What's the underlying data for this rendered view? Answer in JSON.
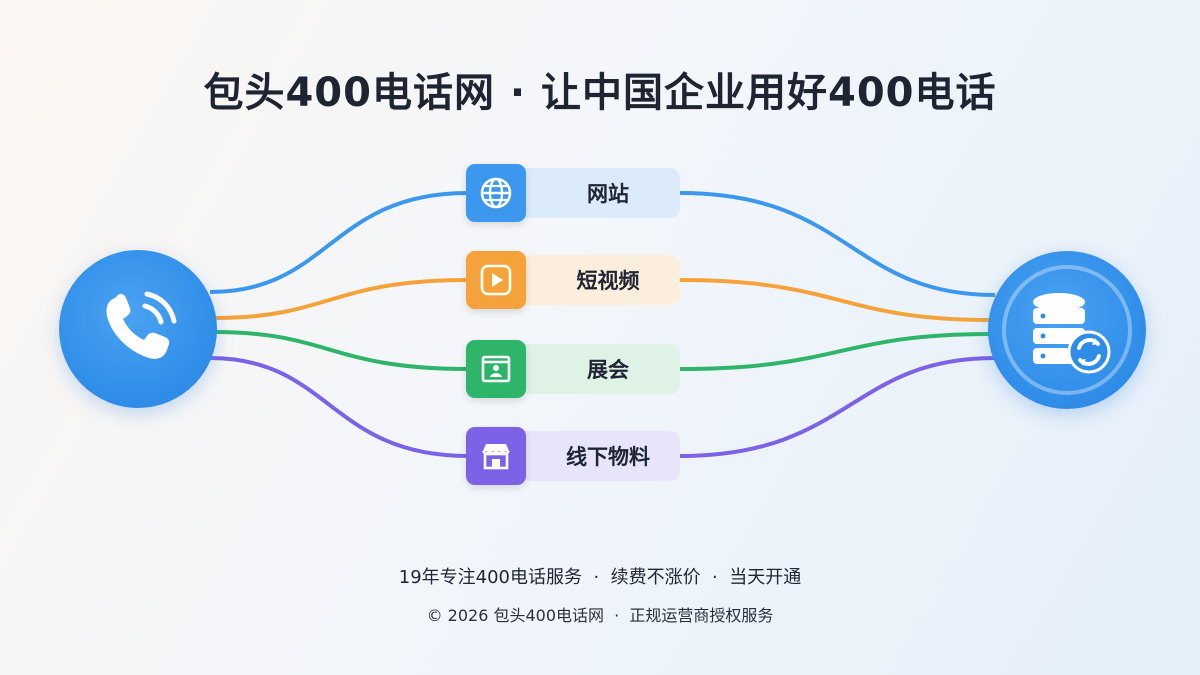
{
  "title": "包头400电话网 · 让中国企业用好400电话",
  "channels": [
    {
      "label": "网站",
      "icon": "globe-icon",
      "color": "#3c97ee",
      "pill_bg": "#dcebfb"
    },
    {
      "label": "短视频",
      "icon": "play-icon",
      "color": "#f5a23a",
      "pill_bg": "#fbeedd"
    },
    {
      "label": "展会",
      "icon": "exhibition-booth-icon",
      "color": "#2fb56a",
      "pill_bg": "#dff2e6"
    },
    {
      "label": "线下物料",
      "icon": "storefront-icon",
      "color": "#7b62e6",
      "pill_bg": "#e8e4f9"
    }
  ],
  "hubs": {
    "left_icon": "phone-ringing-icon",
    "right_icon": "database-sync-icon",
    "color": "#2f8de8"
  },
  "footer": {
    "line1": "19年专注400电话服务  ·  续费不涨价  ·  当天开通",
    "line2": "© 2026 包头400电话网  ·  正规运营商授权服务"
  }
}
